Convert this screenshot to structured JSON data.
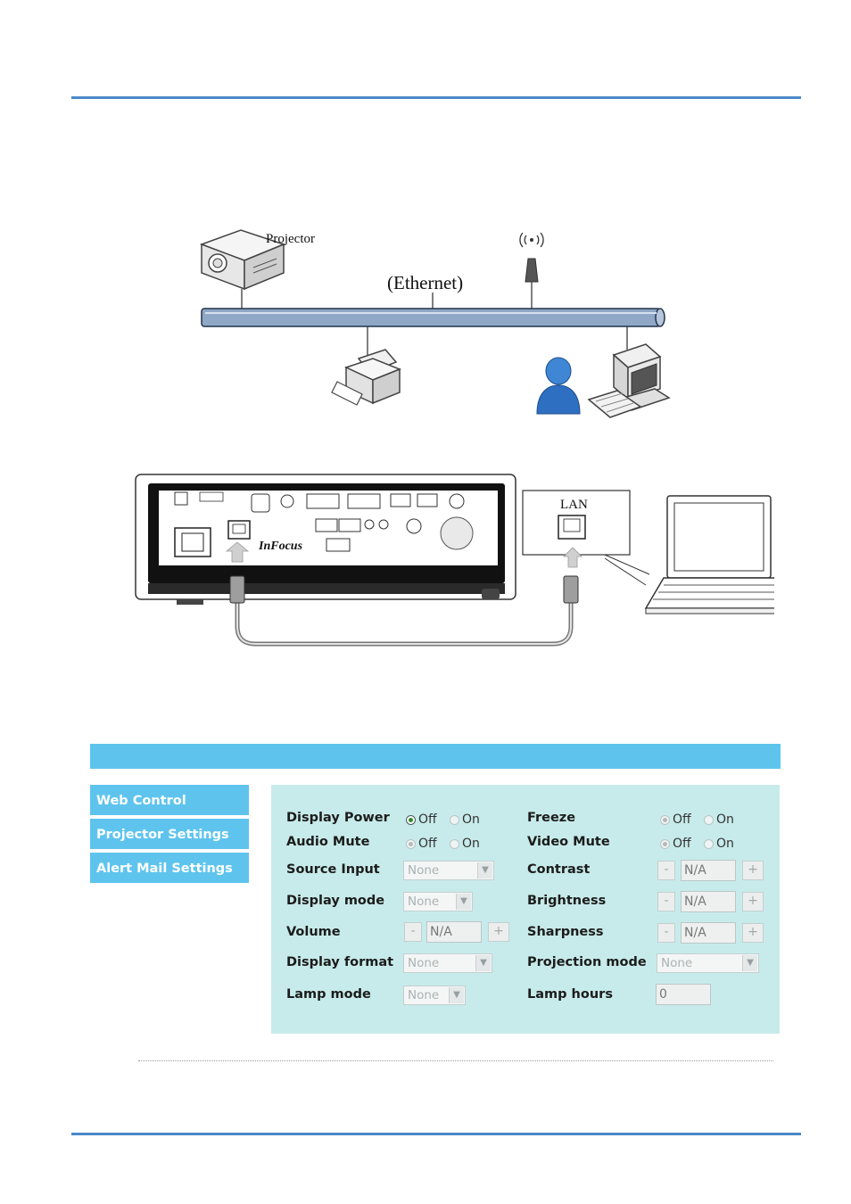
{
  "network": {
    "projector_label": "Projector",
    "ethernet_label": "(Ethernet)"
  },
  "connection": {
    "lan_label": "LAN",
    "brand": "InFocus"
  },
  "web_ui": {
    "sidebar": [
      "Web Control",
      "Projector Settings",
      "Alert Mail Settings"
    ],
    "controls": {
      "display_power": {
        "label": "Display Power",
        "off": "Off",
        "on": "On",
        "selected": "Off"
      },
      "audio_mute": {
        "label": "Audio Mute",
        "off": "Off",
        "on": "On",
        "selected": "Off"
      },
      "source_input": {
        "label": "Source Input",
        "value": "None"
      },
      "display_mode": {
        "label": "Display mode",
        "value": "None"
      },
      "volume": {
        "label": "Volume",
        "minus": "-",
        "value": "N/A",
        "plus": "+"
      },
      "display_format": {
        "label": "Display format",
        "value": "None"
      },
      "lamp_mode": {
        "label": "Lamp mode",
        "value": "None"
      },
      "freeze": {
        "label": "Freeze",
        "off": "Off",
        "on": "On",
        "selected": "Off"
      },
      "video_mute": {
        "label": "Video Mute",
        "off": "Off",
        "on": "On",
        "selected": "Off"
      },
      "contrast": {
        "label": "Contrast",
        "minus": "-",
        "value": "N/A",
        "plus": "+"
      },
      "brightness": {
        "label": "Brightness",
        "minus": "-",
        "value": "N/A",
        "plus": "+"
      },
      "sharpness": {
        "label": "Sharpness",
        "minus": "-",
        "value": "N/A",
        "plus": "+"
      },
      "projection_mode": {
        "label": "Projection mode",
        "value": "None"
      },
      "lamp_hours": {
        "label": "Lamp hours",
        "value": "0"
      }
    }
  },
  "colors": {
    "accent_rule": "#4a8ac9",
    "ui_bar": "#5ec4ee",
    "ui_panel": "#c7ebea"
  }
}
